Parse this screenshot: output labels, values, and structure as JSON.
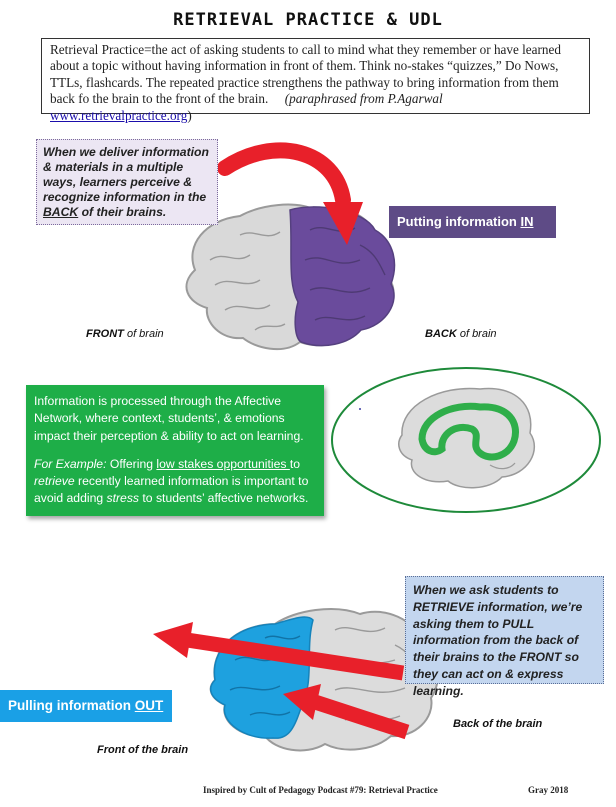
{
  "title": "RETRIEVAL PRACTICE & UDL",
  "definition": {
    "text": "Retrieval Practice=the act of asking students to call to mind what they remember or have learned about a topic without having information in front of them. Think no-stakes “quizzes,” Do Nows, TTLs, flashcards.  The repeated practice strengthens the pathway to bring information from them back fo the brain to the front of the brain.",
    "attribution": "(paraphrased from P.Agarwal",
    "link": "www.retrievalpractice.org",
    "close": ")"
  },
  "deliver_box": {
    "text_before": "When we deliver information & materials in a multiple ways, learners perceive & recognize information in the ",
    "emphasis": "BACK",
    "text_after": " of their brains."
  },
  "putting_in": {
    "text": "Putting information ",
    "emphasis": "IN"
  },
  "brain1": {
    "front_emphasis": "FRONT",
    "front_rest": " of brain",
    "back_emphasis": "BACK",
    "back_rest": " of brain"
  },
  "affective_box": {
    "p1": "Information is processed through the Affective Network, where context, students’, & emotions impact their perception & ability to act on learning.",
    "example_label": "For Example:",
    "p2_a": " Offering ",
    "p2_link": "low stakes opportunities ",
    "p2_b": "to ",
    "p2_retrieve": "retrieve",
    "p2_c": " recently learned information is important to avoid adding ",
    "p2_stress": "stress",
    "p2_d": " to students’ affective networks."
  },
  "retrieve_box": {
    "text": "When we ask students to RETRIEVE information, we’re asking them to PULL information from the back of their brains to the FRONT so they can act on & express learning."
  },
  "pulling_out": {
    "text": "Pulling information ",
    "emphasis": "OUT"
  },
  "brain2": {
    "back_label": "Back of the brain",
    "front_label": "Front of the brain"
  },
  "footer": {
    "credit": "Inspired by Cult of Pedagogy Podcast #79: Retrieval Practice",
    "author": "Gray 2018"
  },
  "colors": {
    "purple": "#5e4b86",
    "green": "#1eae48",
    "blue": "#1aa0e6",
    "red": "#e8202a"
  }
}
